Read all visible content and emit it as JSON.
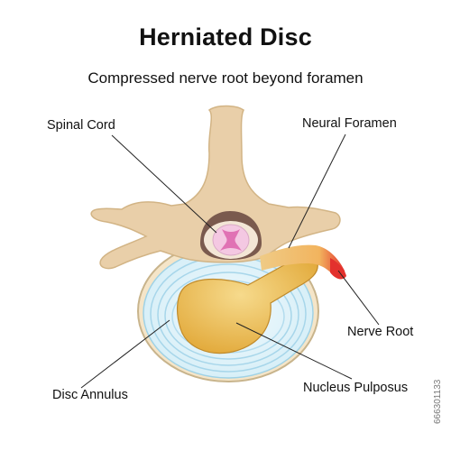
{
  "title": "Herniated Disc",
  "subtitle": "Compressed nerve root beyond foramen",
  "labels": {
    "spinal_cord": "Spinal Cord",
    "neural_foramen": "Neural Foramen",
    "nerve_root": "Nerve Root",
    "disc_annulus": "Disc Annulus",
    "nucleus_pulposus": "Nucleus Pulposus"
  },
  "watermark": "666301133",
  "colors": {
    "bone": "#E9CFA9",
    "canal": "#7A5A4E",
    "cord": "#F4C8E2",
    "gray_matter": "#E072B4",
    "annulus": "#CFEAF4",
    "annulus_rings": "#8FCBE4",
    "nucleus": "#E8B64C",
    "nerve": "#F2C877",
    "inflamed": "#E3312D"
  }
}
